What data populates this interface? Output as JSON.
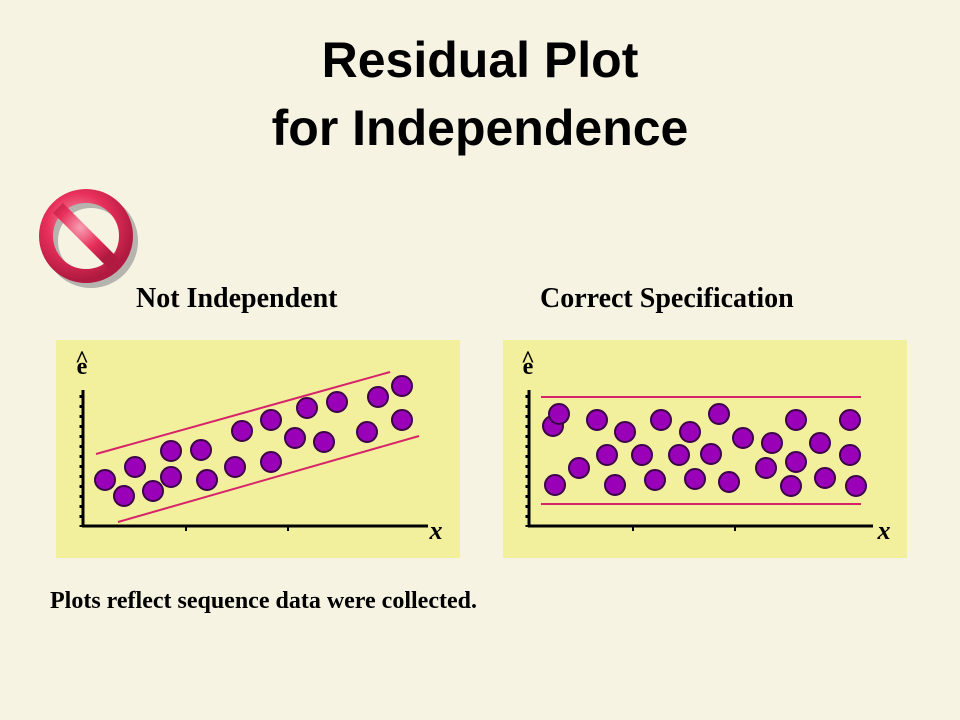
{
  "slide": {
    "title_line1": "Residual Plot",
    "title_line2": "for Independence"
  },
  "no_sign": {
    "icon": "prohibition-icon",
    "color": "#e8305b"
  },
  "panels": {
    "left": {
      "title": "Not Independent",
      "y_axis_label": "e",
      "y_axis_accent": "^",
      "x_axis_label": "x"
    },
    "right": {
      "title": "Correct Specification",
      "y_axis_label": "e",
      "y_axis_accent": "^",
      "x_axis_label": "x"
    }
  },
  "caption": "Plots reflect sequence data were collected.",
  "colors": {
    "background": "#f6f3e3",
    "panel": "#f2ef9d",
    "dot_fill": "#9a00b8",
    "dot_outline": "#3a0048",
    "band_line": "#d6246a",
    "axis": "#000000"
  }
}
